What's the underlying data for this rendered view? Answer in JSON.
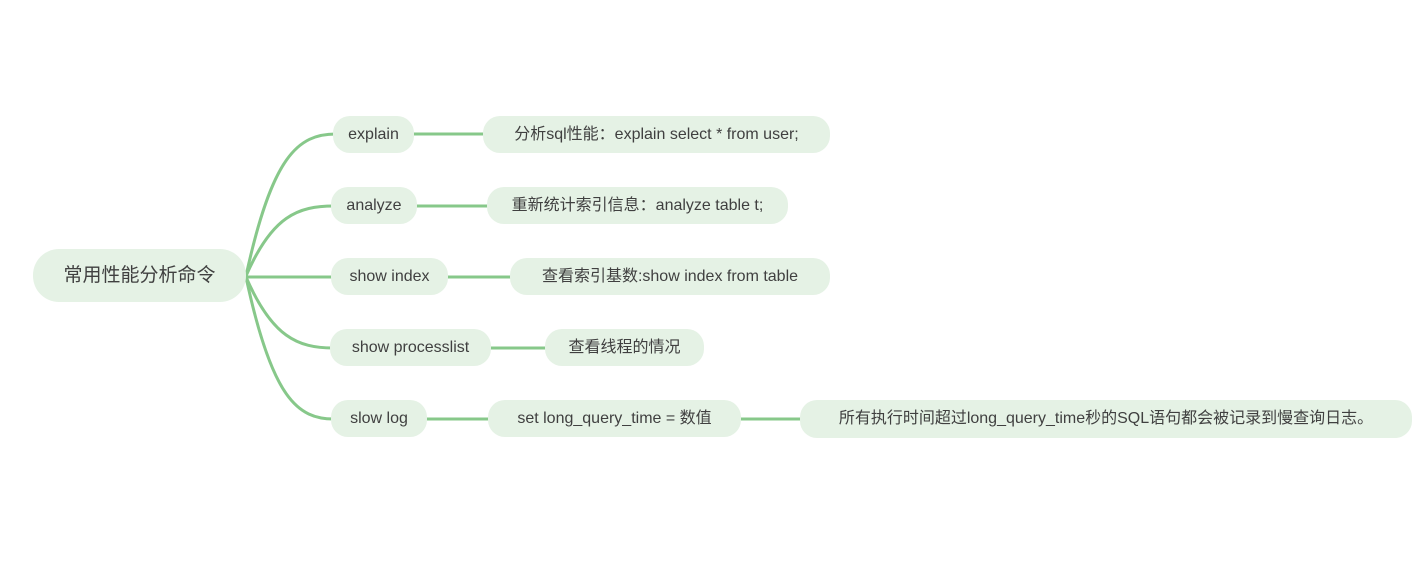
{
  "colors": {
    "node_fill": "#e5f2e5",
    "connector": "#87c88a",
    "text": "#404040",
    "background": "#ffffff"
  },
  "mindmap": {
    "root": "常用性能分析命令",
    "branches": [
      {
        "topic": "explain",
        "detail": "分析sql性能：explain select * from user;"
      },
      {
        "topic": "analyze",
        "detail": "重新统计索引信息：analyze table t;"
      },
      {
        "topic": "show index",
        "detail": "查看索引基数:show index from table"
      },
      {
        "topic": "show processlist",
        "detail": "查看线程的情况"
      },
      {
        "topic": "slow log",
        "detail": "set long_query_time = 数值",
        "note": "所有执行时间超过long_query_time秒的SQL语句都会被记录到慢查询日志。"
      }
    ]
  }
}
